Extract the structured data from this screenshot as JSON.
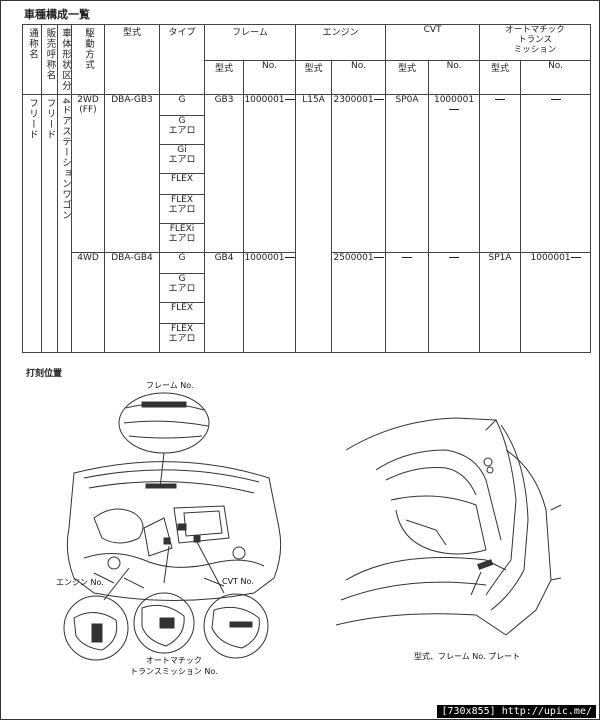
{
  "page": {
    "title": "車種構成一覧",
    "section_title": "打刻位置",
    "footer": "[730x855] http://upic.me/"
  },
  "table": {
    "headers": {
      "common_name": "通称名",
      "sales_name": "販売呼称名",
      "body": "車体形状区分",
      "drive": "駆動方式",
      "model": "型式",
      "type": "タイプ",
      "frame": "フレーム",
      "engine": "エンジン",
      "cvt": "CVT",
      "at": "オートマチック\nトランス\nミッション",
      "model_sub": "型式",
      "no_sub": "No."
    },
    "common_name": "フリード",
    "sales_name": "フリード",
    "body_type": "4ドアステーションワゴン",
    "rows": [
      {
        "drive": "2WD\n(FF)",
        "model": "DBA-GB3",
        "types": [
          "G",
          "G\nエアロ",
          "Gi\nエアロ",
          "FLEX",
          "FLEX\nエアロ",
          "FLEXi\nエアロ"
        ],
        "frame_model": "GB3",
        "frame_no": "1000001",
        "engine_model": "L15A",
        "engine_no": "2300001",
        "cvt_model": "SP0A",
        "cvt_no": "1000001",
        "at_model": "",
        "at_no": ""
      },
      {
        "drive": "4WD",
        "model": "DBA-GB4",
        "types": [
          "G",
          "G\nエアロ",
          "FLEX",
          "FLEX\nエアロ"
        ],
        "frame_model": "GB4",
        "frame_no": "1000001",
        "engine_model": "",
        "engine_no": "2500001",
        "cvt_model": "",
        "cvt_no": "",
        "at_model": "SP1A",
        "at_no": "1000001"
      }
    ]
  },
  "labels": {
    "frame_no": "フレーム No.",
    "engine_no": "エンジン No.",
    "cvt_no": "CVT No.",
    "at_no": "オートマチック\nトランスミッション No.",
    "plate": "型式、フレーム No. プレート"
  }
}
